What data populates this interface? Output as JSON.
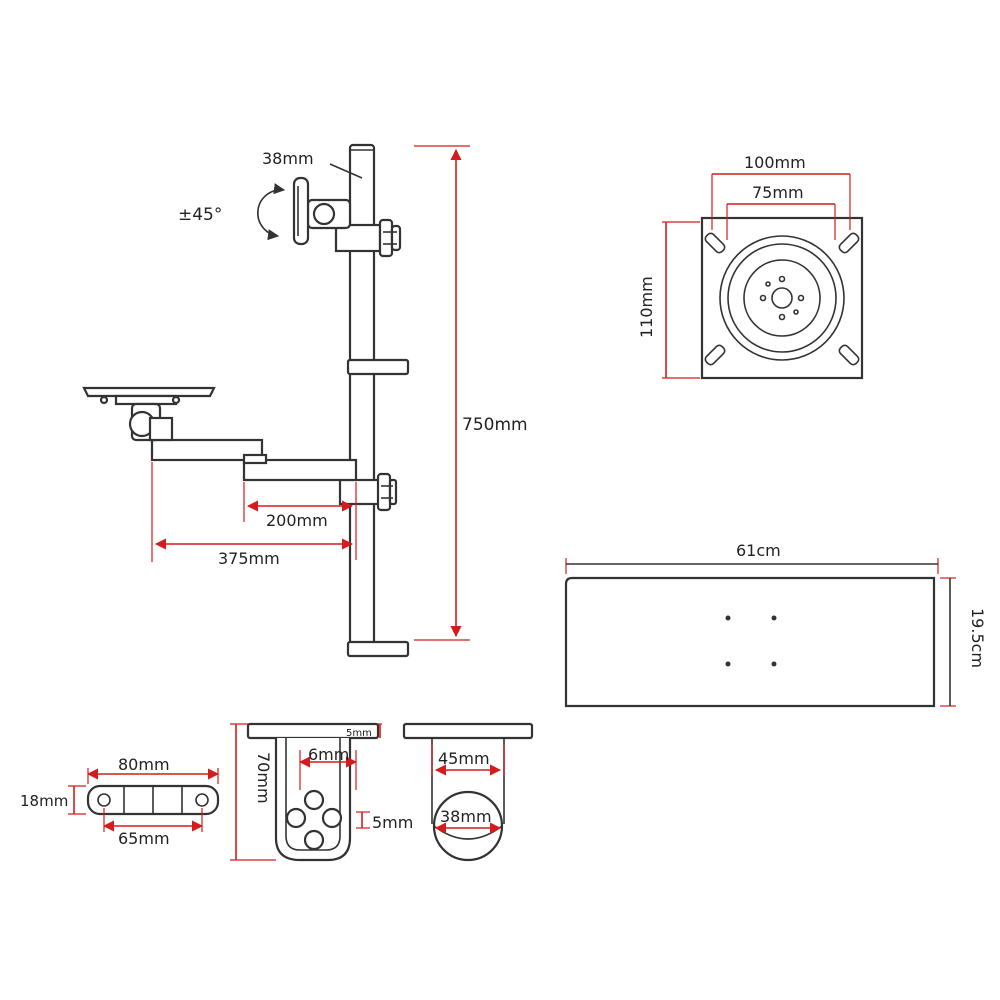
{
  "diagram": {
    "labels": {
      "pole_diameter": "38mm",
      "tilt": "±45°",
      "pole_height": "750mm",
      "arm_inner": "200mm",
      "arm_outer": "375mm",
      "vesa_outer": "100mm",
      "vesa_inner": "75mm",
      "plate_height": "110mm",
      "shelf_width": "61cm",
      "shelf_depth": "19.5cm",
      "bracket_length": "80mm",
      "bracket_hole_spacing": "65mm",
      "bracket_height": "18mm",
      "clamp_height": "70mm",
      "clamp_top_thickness": "5mm",
      "clamp_hole": "6mm",
      "clamp_offset": "5mm",
      "clamp_gap": "45mm",
      "clamp_pole": "38mm"
    },
    "colors": {
      "dimension_line": "#d41c1c",
      "outline": "#333333",
      "label_text": "#222222",
      "background": "#ffffff"
    }
  }
}
